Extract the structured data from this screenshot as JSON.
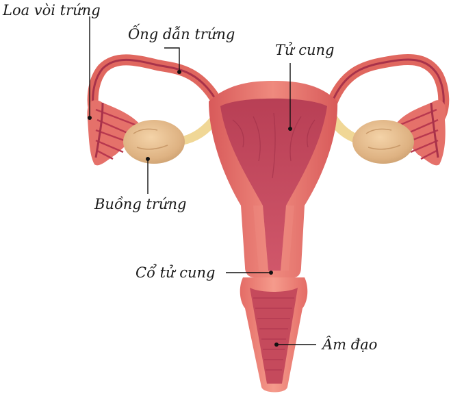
{
  "diagram": {
    "labels": {
      "fimbriae": "Loa vòi trứng",
      "fallopian_tube": "Ống dẫn trứng",
      "uterus": "Tử cung",
      "ovary": "Buồng trứng",
      "cervix": "Cổ tử cung",
      "vagina": "Âm đạo"
    },
    "colors": {
      "tissue_outer": "#e56f66",
      "tissue_inner": "#c9485a",
      "tissue_dark": "#a8324a",
      "ovary": "#e2b98a",
      "ligament": "#f0d796"
    }
  }
}
